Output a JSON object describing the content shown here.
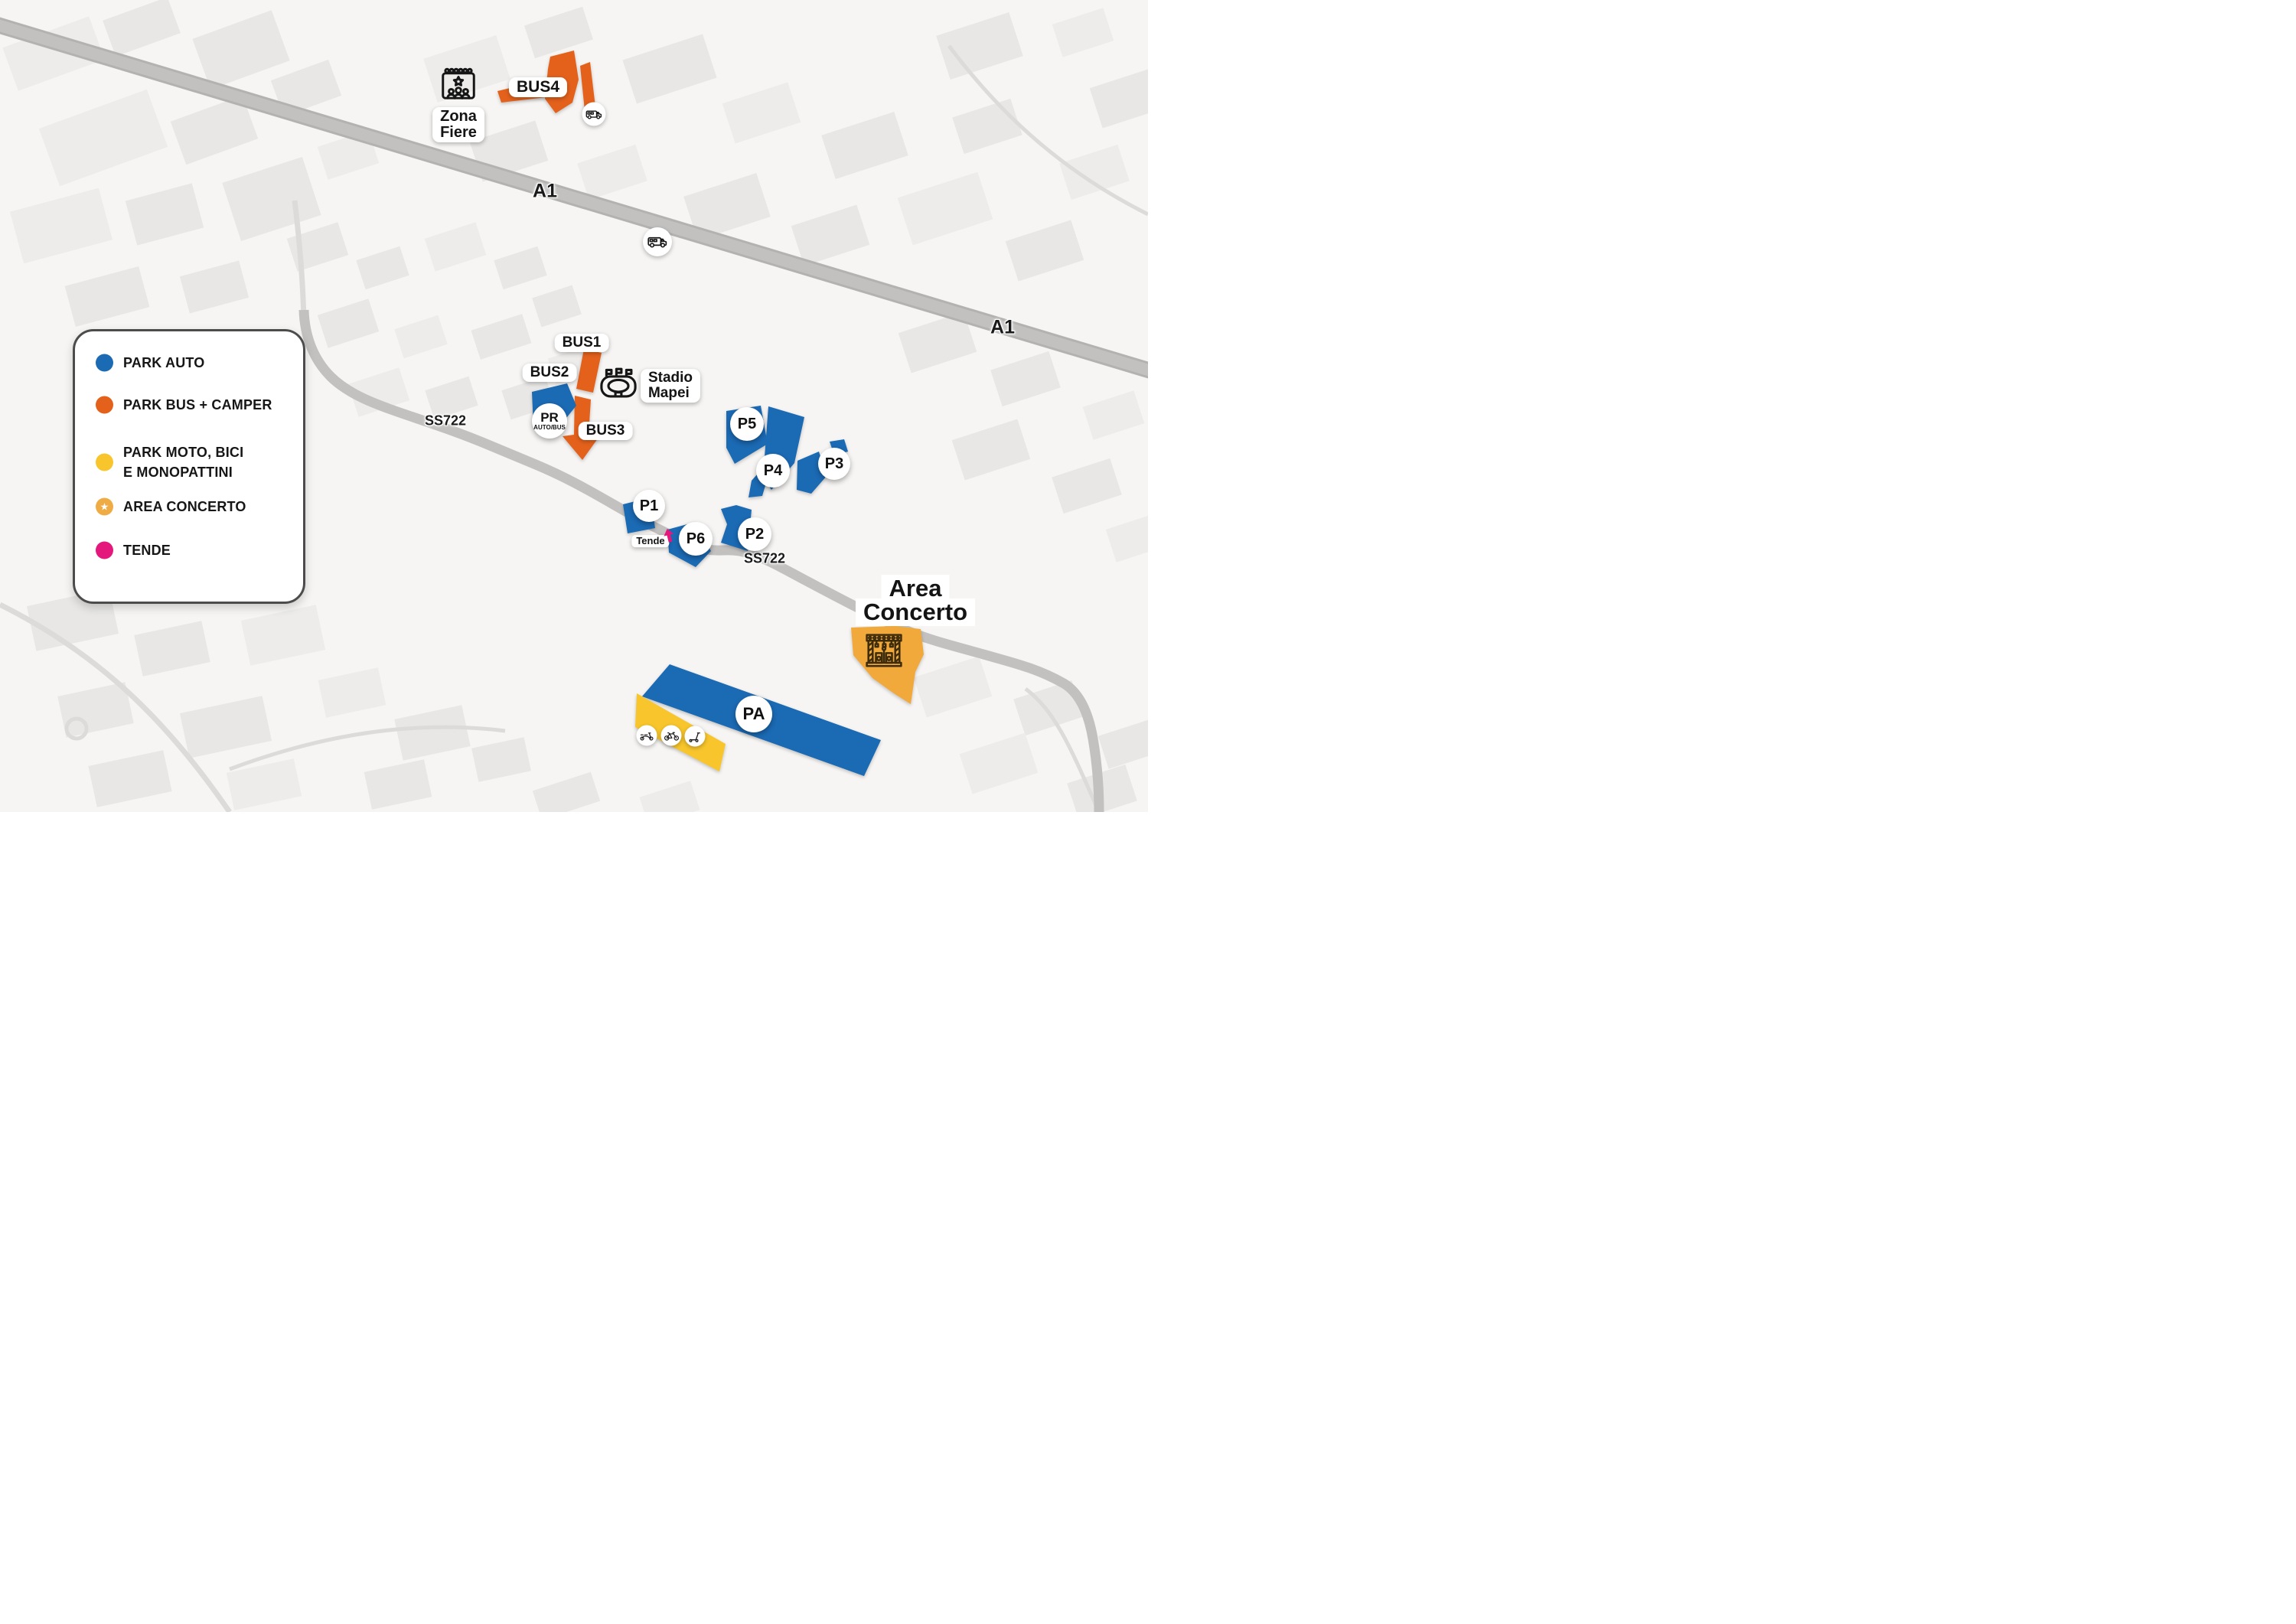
{
  "legend": {
    "items": [
      {
        "id": "park-auto",
        "label": "PARK AUTO",
        "color": "#1b6ab4",
        "icon": "circle"
      },
      {
        "id": "park-bus-camper",
        "label": "PARK BUS + CAMPER",
        "color": "#e4611c",
        "icon": "circle"
      },
      {
        "id": "park-moto",
        "label_line1": "PARK MOTO, BICI",
        "label_line2": "E MONOPATTINI",
        "color": "#f8c62c",
        "icon": "circle"
      },
      {
        "id": "area-concerto",
        "label": "AREA CONCERTO",
        "color": "#f0ac44",
        "icon": "star-circle"
      },
      {
        "id": "tende",
        "label": "TENDE",
        "color": "#e4187c",
        "icon": "circle"
      }
    ]
  },
  "roads": {
    "a1": "A1",
    "ss722": "SS722"
  },
  "places": {
    "zona_fiere_line1": "Zona",
    "zona_fiere_line2": "Fiere",
    "stadio_line1": "Stadio",
    "stadio_line2": "Mapei",
    "area_line1": "Area",
    "area_line2": "Concerto",
    "tende": "Tende"
  },
  "buses": {
    "bus1": "BUS1",
    "bus2": "BUS2",
    "bus3": "BUS3",
    "bus4": "BUS4"
  },
  "parks": {
    "p1": "P1",
    "p2": "P2",
    "p3": "P3",
    "p4": "P4",
    "p5": "P5",
    "p6": "P6",
    "pa": "PA"
  },
  "pr": {
    "title": "PR",
    "subtitle": "AUTO/BUS"
  },
  "icons": {
    "star": "★"
  },
  "colors": {
    "park_auto": "#1b6ab4",
    "park_bus_camper": "#e4611c",
    "park_moto": "#f8c62c",
    "area_concerto_fill": "#f2a93b",
    "tende": "#e4187c",
    "highway": "#bcbbba",
    "secondary_road": "#c2c1bf"
  }
}
